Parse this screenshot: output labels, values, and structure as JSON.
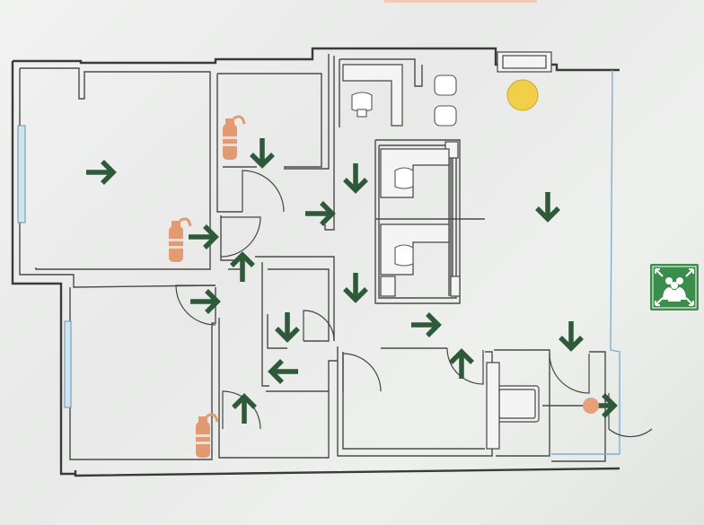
{
  "plan": {
    "background_color": "#eceded",
    "wall_color": "#3a3a3a",
    "arrow_color": "#2e5a3a",
    "extinguisher_color": "#e39a73",
    "assembly_point_color": "#f2cf4a",
    "exit_marker_color": "#e6a07a"
  },
  "legend_sign": {
    "icon": "emergency-assembly-point-sign",
    "color": "#3a8d4a"
  },
  "evacuation_arrows": [
    {
      "id": "room-nw",
      "direction": "right"
    },
    {
      "id": "room-n",
      "direction": "down"
    },
    {
      "id": "corridor-upper",
      "direction": "down"
    },
    {
      "id": "corridor-mid",
      "direction": "right"
    },
    {
      "id": "hall-west",
      "direction": "right"
    },
    {
      "id": "hall-up",
      "direction": "up"
    },
    {
      "id": "room-sw-exit",
      "direction": "right"
    },
    {
      "id": "open-office",
      "direction": "down"
    },
    {
      "id": "corridor-lower",
      "direction": "down"
    },
    {
      "id": "wc-inner",
      "direction": "down"
    },
    {
      "id": "wc-left",
      "direction": "left"
    },
    {
      "id": "lobby-up",
      "direction": "up"
    },
    {
      "id": "south-corridor",
      "direction": "right"
    },
    {
      "id": "south-door-up",
      "direction": "up"
    },
    {
      "id": "exit-approach",
      "direction": "down"
    },
    {
      "id": "exit-door",
      "direction": "right"
    }
  ],
  "fire_extinguishers": [
    {
      "id": "extinguisher-north"
    },
    {
      "id": "extinguisher-west"
    },
    {
      "id": "extinguisher-south"
    }
  ]
}
